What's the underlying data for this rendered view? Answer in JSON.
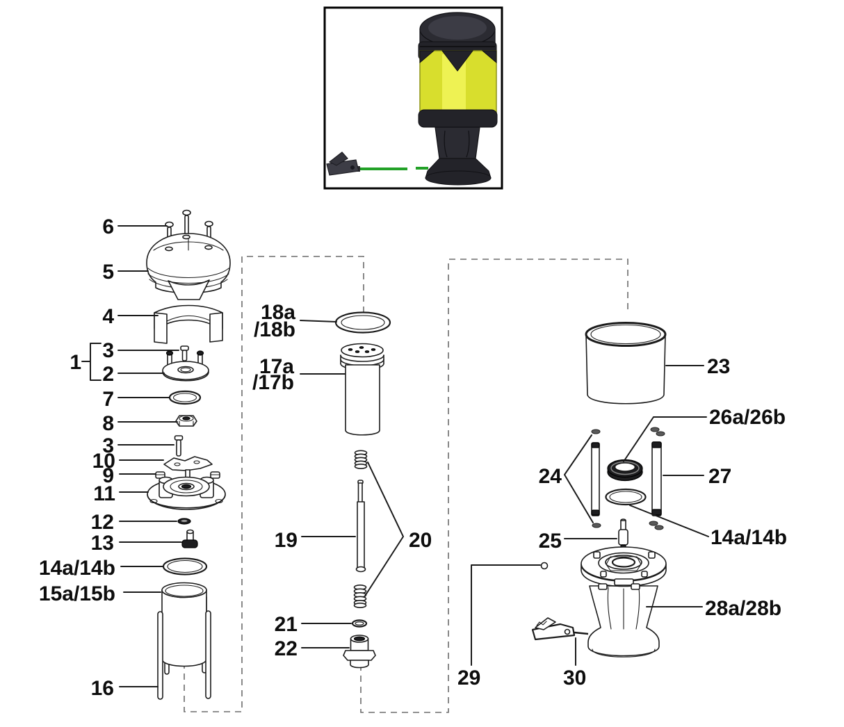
{
  "labels": {
    "n1": "1",
    "n2": "2",
    "n3a": "3",
    "n3b": "3",
    "n4": "4",
    "n5": "5",
    "n6": "6",
    "n7": "7",
    "n8": "8",
    "n9": "9",
    "n10": "10",
    "n11": "11",
    "n12": "12",
    "n13": "13",
    "n14L": "14a/14b",
    "n15": "15a/15b",
    "n16": "16",
    "n17a": "17a",
    "n17b": "/17b",
    "n18a": "18a",
    "n18b": "/18b",
    "n19": "19",
    "n20": "20",
    "n21": "21",
    "n22": "22",
    "n23": "23",
    "n24": "24",
    "n25": "25",
    "n26": "26a/26b",
    "n27": "27",
    "n28": "28a/28b",
    "n29": "29",
    "n30": "30",
    "n14R": "14a/14b"
  },
  "colors": {
    "line": "#1a1a1a",
    "dash": "#6b6b6b",
    "product_body_yellow": "#d8de2d",
    "product_body_highlight": "#eef253",
    "product_black": "#2b2b32",
    "cable_green": "#22a127"
  }
}
